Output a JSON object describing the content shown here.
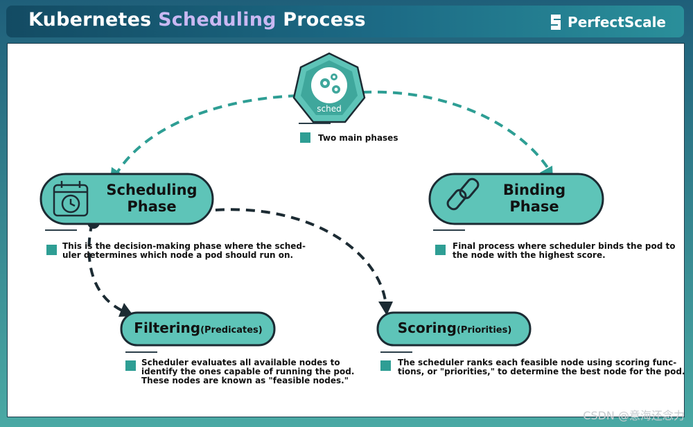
{
  "header": {
    "title_main": "Kubernetes",
    "title_accent": "Scheduling",
    "title_end": "Process",
    "brand": "PerfectScale"
  },
  "top_node": {
    "label": "sched",
    "caption": "Two main phases"
  },
  "scheduling_phase": {
    "line1": "Scheduling",
    "line2": "Phase",
    "desc_line1": "This is the decision-making phase where the sched-",
    "desc_line2": "uler determines which node a pod should run on."
  },
  "binding_phase": {
    "line1": "Binding",
    "line2": "Phase",
    "desc_line1": "Final process where scheduler binds the pod to",
    "desc_line2": "the node with the highest score."
  },
  "filtering": {
    "label": "Filtering",
    "sub": "(Predicates)",
    "desc_line1": "Scheduler evaluates all available nodes to",
    "desc_line2": "identify the ones capable of running the pod.",
    "desc_line3": "These nodes are known as \"feasible nodes.\""
  },
  "scoring": {
    "label": "Scoring",
    "sub": "(Priorities)",
    "desc_line1": "The scheduler ranks each feasible node using scoring func-",
    "desc_line2": "tions, or \"priorities,\" to determine the best node for the pod."
  },
  "watermark": "CSDN @意海还念力",
  "colors": {
    "teal": "#2e9e94",
    "pill": "#5ec4b8",
    "dark": "#1c2b33",
    "accent": "#c9b8f2"
  },
  "icons": {
    "brand": "perfectscale-logo-icon",
    "sched": "gears-icon",
    "calendar": "calendar-clock-icon",
    "chain": "chain-link-icon"
  }
}
